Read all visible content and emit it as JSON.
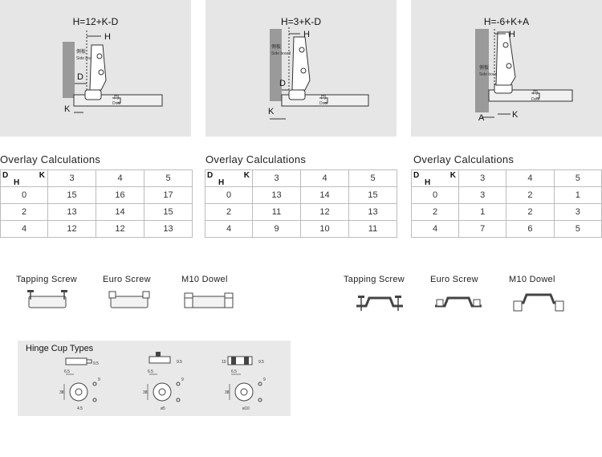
{
  "diagrams": [
    {
      "formula": "H=12+K-D",
      "labels": {
        "h": "H",
        "d": "D",
        "k": "K",
        "side_cn": "側板",
        "side_en": "Side board",
        "door_cn": "門",
        "door_en": "Door"
      }
    },
    {
      "formula": "H=3+K-D",
      "labels": {
        "h": "H",
        "d": "D",
        "k": "K",
        "side_cn": "側板",
        "side_en": "Side board",
        "door_cn": "門",
        "door_en": "Door"
      }
    },
    {
      "formula": "H=-6+K+A",
      "labels": {
        "h": "H",
        "a": "A",
        "k": "K",
        "side_cn": "側板",
        "side_en": "Side board",
        "door_cn": "門",
        "door_en": "Door"
      }
    }
  ],
  "tables": [
    {
      "title": "Overlay Calculations",
      "corner": {
        "d": "D",
        "k": "K",
        "h": "H"
      },
      "columns": [
        "3",
        "4",
        "5"
      ],
      "rows": [
        {
          "h": "0",
          "values": [
            "15",
            "16",
            "17"
          ]
        },
        {
          "h": "2",
          "values": [
            "13",
            "14",
            "15"
          ]
        },
        {
          "h": "4",
          "values": [
            "12",
            "12",
            "13"
          ]
        }
      ]
    },
    {
      "title": "Overlay Calculations",
      "corner": {
        "d": "D",
        "k": "K",
        "h": "H"
      },
      "columns": [
        "3",
        "4",
        "5"
      ],
      "rows": [
        {
          "h": "0",
          "values": [
            "13",
            "14",
            "15"
          ]
        },
        {
          "h": "2",
          "values": [
            "11",
            "12",
            "13"
          ]
        },
        {
          "h": "4",
          "values": [
            "9",
            "10",
            "11"
          ]
        }
      ]
    },
    {
      "title": "Overlay Calculations",
      "corner": {
        "d": "D",
        "k": "K",
        "h": "H"
      },
      "columns": [
        "3",
        "4",
        "5"
      ],
      "rows": [
        {
          "h": "0",
          "values": [
            "3",
            "2",
            "1"
          ]
        },
        {
          "h": "2",
          "values": [
            "1",
            "2",
            "3"
          ]
        },
        {
          "h": "4",
          "values": [
            "7",
            "6",
            "5"
          ]
        }
      ]
    }
  ],
  "screw_groups": [
    {
      "items": [
        "Tapping Screw",
        "Euro Screw",
        "M10 Dowel"
      ]
    },
    {
      "items": [
        "Tapping Screw",
        "Euro Screw",
        "M10 Dowel"
      ]
    }
  ],
  "cup_types": {
    "title": "Hinge Cup Types",
    "cup1": {
      "d1": "6.5",
      "d2": "9.5",
      "d3": "38",
      "d4": "9",
      "d5": "4.5"
    },
    "cup2": {
      "d1": "6.5",
      "d2": "9.5",
      "d3": "38",
      "d4": "9",
      "d5": "ø5"
    },
    "cup3": {
      "d1": "10",
      "d2": "9.5",
      "d3": "6.5",
      "d4": "38",
      "d5": "9",
      "d6": "ø10"
    }
  },
  "colors": {
    "panel_bg": "#e6e6e6",
    "board": "#999999",
    "line": "#333333",
    "border": "#bcbcbc"
  }
}
